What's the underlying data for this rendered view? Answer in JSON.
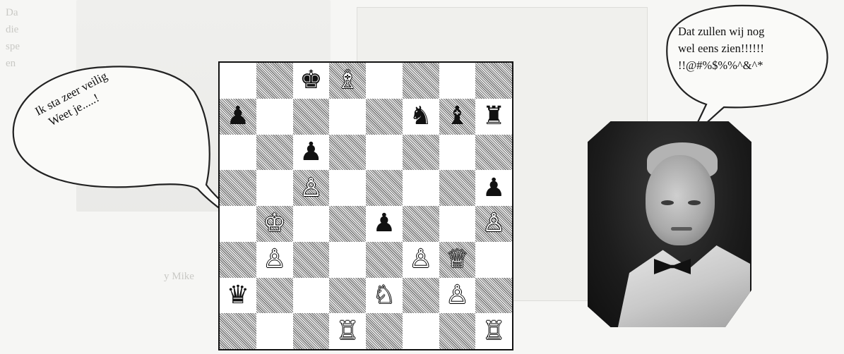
{
  "board": {
    "rows": [
      [
        null,
        null,
        {
          "glyph": "♚",
          "color": "black",
          "name": "black-king-icon"
        },
        {
          "glyph": "♗",
          "color": "white",
          "name": "white-bishop-icon"
        },
        null,
        null,
        null,
        null
      ],
      [
        {
          "glyph": "♟",
          "color": "black",
          "name": "black-pawn-icon"
        },
        null,
        null,
        null,
        null,
        {
          "glyph": "♞",
          "color": "black",
          "name": "black-knight-icon"
        },
        {
          "glyph": "♝",
          "color": "black",
          "name": "black-bishop-icon"
        },
        {
          "glyph": "♜",
          "color": "black",
          "name": "black-rook-icon"
        }
      ],
      [
        null,
        null,
        {
          "glyph": "♟",
          "color": "black",
          "name": "black-pawn-icon"
        },
        null,
        null,
        null,
        null,
        null
      ],
      [
        null,
        null,
        {
          "glyph": "♙",
          "color": "white",
          "name": "white-pawn-icon"
        },
        null,
        null,
        null,
        null,
        {
          "glyph": "♟",
          "color": "black",
          "name": "black-pawn-icon"
        }
      ],
      [
        null,
        {
          "glyph": "♔",
          "color": "white",
          "name": "white-king-icon"
        },
        null,
        null,
        {
          "glyph": "♟",
          "color": "black",
          "name": "black-pawn-icon"
        },
        null,
        null,
        {
          "glyph": "♙",
          "color": "white",
          "name": "white-pawn-icon"
        }
      ],
      [
        null,
        {
          "glyph": "♙",
          "color": "white",
          "name": "white-pawn-icon"
        },
        null,
        null,
        null,
        {
          "glyph": "♙",
          "color": "white",
          "name": "white-pawn-icon"
        },
        {
          "glyph": "♕",
          "color": "white",
          "name": "white-queen-icon"
        },
        null
      ],
      [
        {
          "glyph": "♛",
          "color": "black",
          "name": "black-queen-icon"
        },
        null,
        null,
        null,
        {
          "glyph": "♘",
          "color": "white",
          "name": "white-knight-icon"
        },
        null,
        {
          "glyph": "♙",
          "color": "white",
          "name": "white-pawn-icon"
        },
        null
      ],
      [
        null,
        null,
        null,
        {
          "glyph": "♖",
          "color": "white",
          "name": "white-rook-icon"
        },
        null,
        null,
        null,
        {
          "glyph": "♖",
          "color": "white",
          "name": "white-rook-icon"
        }
      ]
    ]
  },
  "left_bubble": {
    "line1": "Ik sta zeer veilig",
    "line2": "Weet je.....!"
  },
  "right_bubble": {
    "line1": "Dat zullen wij nog",
    "line2": "wel eens zien!!!!!!",
    "line3": "!!@#%$%%^&^*"
  },
  "background": {
    "caption_fragment": "y Mike",
    "side_fragment": "Da\ndie\nspe\nen"
  }
}
